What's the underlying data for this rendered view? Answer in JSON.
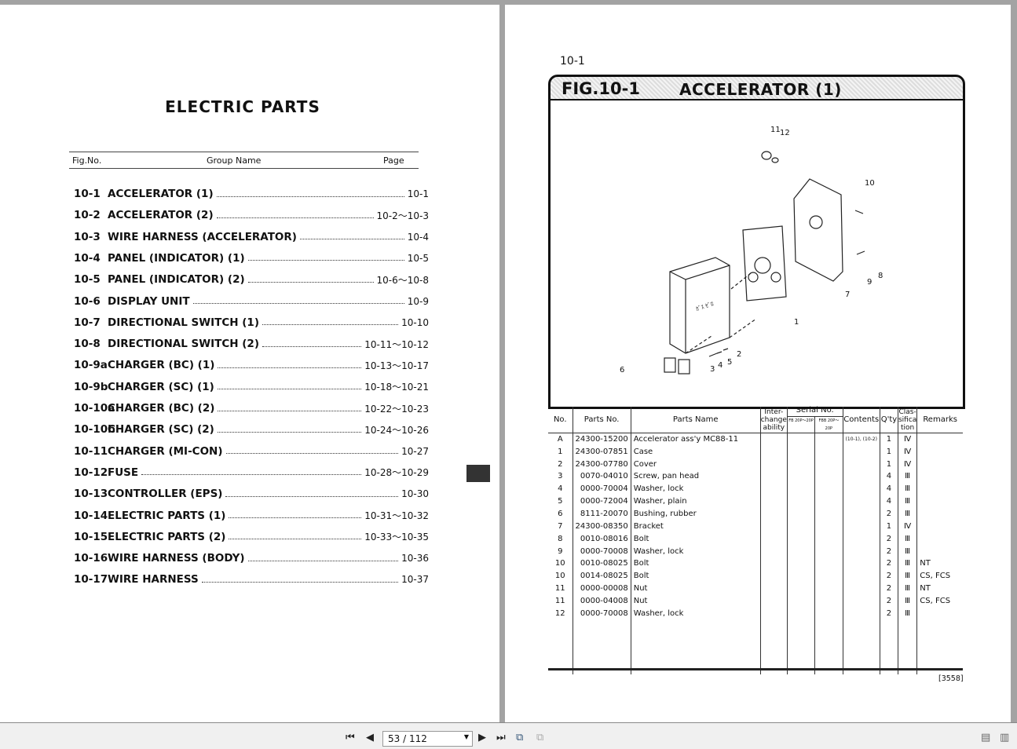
{
  "left_page": {
    "title": "ELECTRIC PARTS",
    "headers": {
      "fig_no": "Fig.No.",
      "group_name": "Group Name",
      "page": "Page"
    },
    "entries": [
      {
        "no": "10-1",
        "name": "ACCELERATOR (1)",
        "page": "10-1"
      },
      {
        "no": "10-2",
        "name": "ACCELERATOR (2)",
        "page": "10-2～10-3"
      },
      {
        "no": "10-3",
        "name": "WIRE HARNESS (ACCELERATOR)",
        "page": "10-4"
      },
      {
        "no": "10-4",
        "name": "PANEL (INDICATOR) (1)",
        "page": "10-5"
      },
      {
        "no": "10-5",
        "name": "PANEL (INDICATOR) (2)",
        "page": "10-6～10-8"
      },
      {
        "no": "10-6",
        "name": "DISPLAY UNIT",
        "page": "10-9"
      },
      {
        "no": "10-7",
        "name": "DIRECTIONAL SWITCH (1)",
        "page": "10-10"
      },
      {
        "no": "10-8",
        "name": "DIRECTIONAL SWITCH (2)",
        "page": "10-11～10-12"
      },
      {
        "no": "10-9a",
        "name": "CHARGER (BC) (1)",
        "page": "10-13～10-17"
      },
      {
        "no": "10-9b",
        "name": "CHARGER (SC) (1)",
        "page": "10-18～10-21"
      },
      {
        "no": "10-10a",
        "name": "CHARGER (BC) (2)",
        "page": "10-22～10-23"
      },
      {
        "no": "10-10b",
        "name": "CHARGER (SC) (2)",
        "page": "10-24～10-26"
      },
      {
        "no": "10-11",
        "name": "CHARGER (MI-CON)",
        "page": "10-27"
      },
      {
        "no": "10-12",
        "name": "FUSE",
        "page": "10-28～10-29"
      },
      {
        "no": "10-13",
        "name": "CONTROLLER (EPS)",
        "page": "10-30"
      },
      {
        "no": "10-14",
        "name": "ELECTRIC PARTS (1)",
        "page": "10-31～10-32"
      },
      {
        "no": "10-15",
        "name": "ELECTRIC PARTS (2)",
        "page": "10-33～10-35"
      },
      {
        "no": "10-16",
        "name": "WIRE HARNESS (BODY)",
        "page": "10-36"
      },
      {
        "no": "10-17",
        "name": "WIRE HARNESS",
        "page": "10-37"
      }
    ]
  },
  "right_page": {
    "page_no": "10-1",
    "fig_no": "FIG.10-1",
    "fig_name": "ACCELERATOR (1)",
    "diagram_labels": [
      "11",
      "12",
      "10",
      "9",
      "8",
      "7",
      "1",
      "2",
      "5",
      "4",
      "3",
      "6"
    ],
    "case_label": "ｶﾞｽ\nｾﾞﾛ",
    "headers": {
      "no": "No.",
      "parts_no": "Parts No.",
      "parts_name": "Parts Name",
      "inter": "Inter-change ability",
      "serial": "Serial No.",
      "fb": "FB 20P～20P",
      "fbb": "FBB 20P～20P",
      "contents": "Contents",
      "qty": "Q'ty",
      "class": "Clas-sifica tion",
      "remarks": "Remarks"
    },
    "rows": [
      {
        "no": "A",
        "parts_no": "24300-15200",
        "name": "Accelerator ass'y MC88-11",
        "contents": "(10-1), (10-2)",
        "qty": "1",
        "class": "Ⅳ",
        "remarks": ""
      },
      {
        "no": "1",
        "parts_no": "24300-07851",
        "name": "Case",
        "contents": "",
        "qty": "1",
        "class": "Ⅳ",
        "remarks": ""
      },
      {
        "no": "2",
        "parts_no": "24300-07780",
        "name": "Cover",
        "contents": "",
        "qty": "1",
        "class": "Ⅳ",
        "remarks": ""
      },
      {
        "no": "3",
        "parts_no": "0070-04010",
        "name": "Screw, pan head",
        "contents": "",
        "qty": "4",
        "class": "Ⅲ",
        "remarks": ""
      },
      {
        "no": "4",
        "parts_no": "0000-70004",
        "name": "Washer, lock",
        "contents": "",
        "qty": "4",
        "class": "Ⅲ",
        "remarks": ""
      },
      {
        "no": "5",
        "parts_no": "0000-72004",
        "name": "Washer, plain",
        "contents": "",
        "qty": "4",
        "class": "Ⅲ",
        "remarks": ""
      },
      {
        "no": "6",
        "parts_no": "8111-20070",
        "name": "Bushing, rubber",
        "contents": "",
        "qty": "2",
        "class": "Ⅲ",
        "remarks": ""
      },
      {
        "no": "7",
        "parts_no": "24300-08350",
        "name": "Bracket",
        "contents": "",
        "qty": "1",
        "class": "Ⅳ",
        "remarks": ""
      },
      {
        "no": "8",
        "parts_no": "0010-08016",
        "name": "Bolt",
        "contents": "",
        "qty": "2",
        "class": "Ⅲ",
        "remarks": ""
      },
      {
        "no": "9",
        "parts_no": "0000-70008",
        "name": "Washer, lock",
        "contents": "",
        "qty": "2",
        "class": "Ⅲ",
        "remarks": ""
      },
      {
        "no": "10",
        "parts_no": "0010-08025",
        "name": "Bolt",
        "contents": "",
        "qty": "2",
        "class": "Ⅲ",
        "remarks": "NT"
      },
      {
        "no": "10",
        "parts_no": "0014-08025",
        "name": "Bolt",
        "contents": "",
        "qty": "2",
        "class": "Ⅲ",
        "remarks": "CS, FCS"
      },
      {
        "no": "11",
        "parts_no": "0000-00008",
        "name": "Nut",
        "contents": "",
        "qty": "2",
        "class": "Ⅲ",
        "remarks": "NT"
      },
      {
        "no": "11",
        "parts_no": "0000-04008",
        "name": "Nut",
        "contents": "",
        "qty": "2",
        "class": "Ⅲ",
        "remarks": "CS, FCS"
      },
      {
        "no": "12",
        "parts_no": "0000-70008",
        "name": "Washer, lock",
        "contents": "",
        "qty": "2",
        "class": "Ⅲ",
        "remarks": ""
      }
    ],
    "doc_code": "[3558]"
  },
  "toolbar": {
    "page_indicator": "53 / 112",
    "icons": [
      "first-page-icon",
      "prev-page-icon",
      "next-page-icon",
      "last-page-icon",
      "copy-page-icon",
      "paste-page-icon",
      "single-page-view-icon",
      "continuous-view-icon"
    ]
  }
}
